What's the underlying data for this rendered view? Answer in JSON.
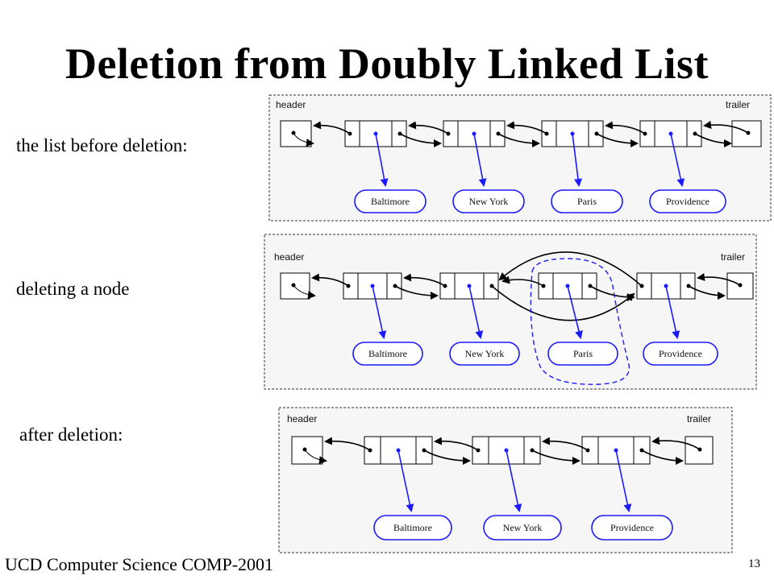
{
  "slide": {
    "title": "Deletion from Doubly Linked List",
    "footer": "UCD Computer Science COMP-2001",
    "page_number": "13"
  },
  "captions": {
    "before": "the list before deletion:",
    "deleting": "deleting a node",
    "after": "after deletion:"
  },
  "panels": {
    "before": {
      "header": "header",
      "trailer": "trailer",
      "cities": [
        "Baltimore",
        "New York",
        "Paris",
        "Providence"
      ]
    },
    "deleting": {
      "header": "header",
      "trailer": "trailer",
      "cities": [
        "Baltimore",
        "New York",
        "Paris",
        "Providence"
      ]
    },
    "after": {
      "header": "header",
      "trailer": "trailer",
      "cities": [
        "Baltimore",
        "New York",
        "Providence"
      ]
    }
  },
  "colors": {
    "link": "#000000",
    "element_pointer": "#1a1aff",
    "element_border": "#1a1aff",
    "panel_border": "#333333",
    "panel_fill": "#f6f6f6"
  }
}
